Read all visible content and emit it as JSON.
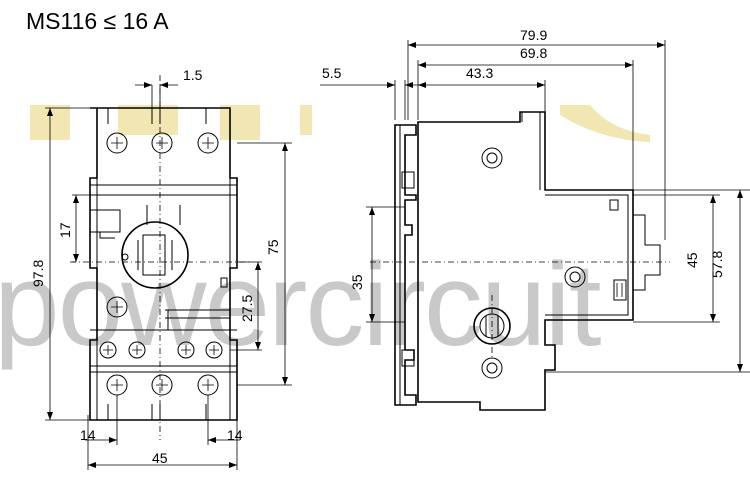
{
  "title": "MS116 ≤ 16 A",
  "watermark": {
    "text": "powercircuit",
    "color": "#c9c9c9",
    "top_color": "#f2e6b3"
  },
  "front_view": {
    "dims": {
      "gap": "1.5",
      "height": "97.8",
      "top_offset": "17",
      "mount_height": "75",
      "lower": "27.5",
      "left_margin": "14",
      "right_margin": "14",
      "width": "45"
    }
  },
  "side_view": {
    "dims": {
      "total_depth": "79.9",
      "depth": "69.8",
      "offset": "5.5",
      "handle_depth": "43.3",
      "rail": "35",
      "rail_height": "45",
      "height": "57.8"
    }
  }
}
